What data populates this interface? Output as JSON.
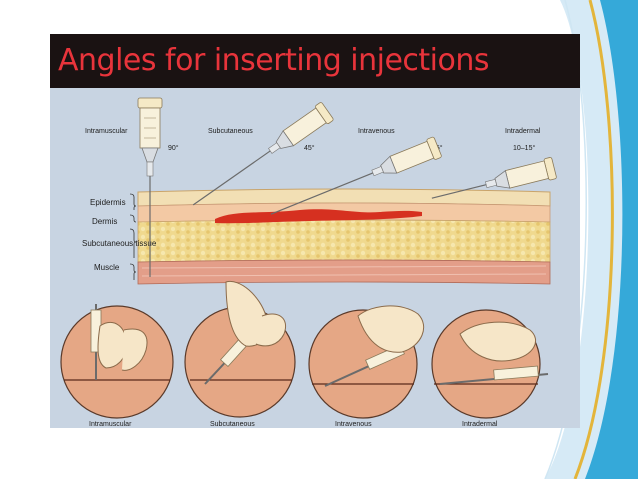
{
  "title": "Angles for inserting injections",
  "routes": [
    {
      "label": "Intramuscular",
      "angle": "90°"
    },
    {
      "label": "Subcutaneous",
      "angle": "45°"
    },
    {
      "label": "Intravenous",
      "angle": "25°"
    },
    {
      "label": "Intradermal",
      "angle": "10–15°"
    }
  ],
  "layers": [
    "Epidermis",
    "Dermis",
    "Subcutaneous tissue",
    "Muscle"
  ],
  "panels": [
    "Intramuscular",
    "Subcutaneous",
    "Intravenous",
    "Intradermal"
  ],
  "colors": {
    "title_text": "#e8343b",
    "title_bg": "#1a1212",
    "card_bg": "#c8d4e2",
    "epidermis": "#f2dfb4",
    "dermis": "#f3c9a4",
    "subcutaneous": "#f0d98e",
    "muscle": "#e39e89",
    "blood_vessel": "#d63020",
    "panel_circle": "#e5a785",
    "accent_blue": "#35a9d9",
    "accent_gold": "#e3b53b"
  }
}
